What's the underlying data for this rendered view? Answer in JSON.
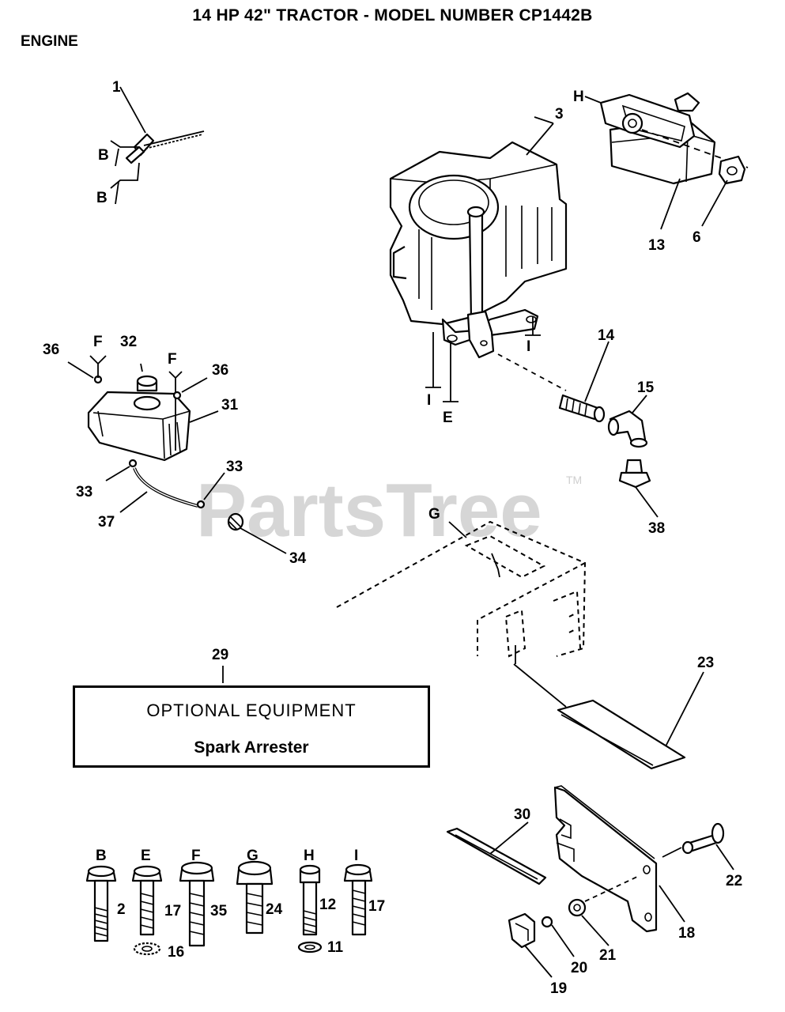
{
  "header": {
    "title": "14 HP 42\" TRACTOR - MODEL NUMBER CP1442B",
    "section": "ENGINE"
  },
  "watermark": {
    "text": "PartsTree",
    "mark": "TM"
  },
  "optional_box": {
    "title": "OPTIONAL EQUIPMENT",
    "subtitle": "Spark Arrester"
  },
  "callouts": {
    "c1": "1",
    "c3": "3",
    "c13": "13",
    "c6": "6",
    "c14": "14",
    "c15": "15",
    "c38": "38",
    "c36a": "36",
    "c32": "32",
    "c36b": "36",
    "c31": "31",
    "c33a": "33",
    "c33b": "33",
    "c37": "37",
    "c34": "34",
    "c29": "29",
    "c23": "23",
    "c30": "30",
    "c22": "22",
    "c18": "18",
    "c21": "21",
    "c20": "20",
    "c19": "19"
  },
  "letters": {
    "b1": "B",
    "b2": "B",
    "h": "H",
    "f1": "F",
    "f2": "F",
    "i1": "I",
    "i2": "I",
    "e": "E",
    "g": "G"
  },
  "hardware": [
    {
      "letter": "B",
      "part": "2",
      "washer": ""
    },
    {
      "letter": "E",
      "part": "17",
      "washer": "16"
    },
    {
      "letter": "F",
      "part": "35",
      "washer": ""
    },
    {
      "letter": "G",
      "part": "24",
      "washer": ""
    },
    {
      "letter": "H",
      "part": "12",
      "washer": "11"
    },
    {
      "letter": "I",
      "part": "17",
      "washer": ""
    }
  ]
}
